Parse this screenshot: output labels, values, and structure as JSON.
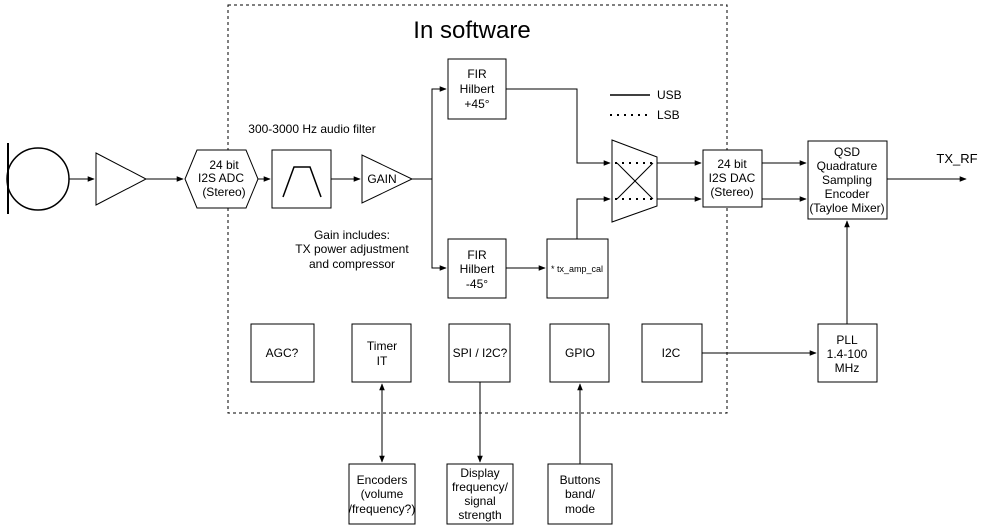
{
  "region": {
    "title": "In software"
  },
  "labels": {
    "audio_filter": "300-3000 Hz audio filter",
    "gain_note": [
      "Gain includes:",
      "TX power adjustment",
      "and compressor"
    ],
    "tx_rf": "TX_RF"
  },
  "legend": {
    "usb": "USB",
    "lsb": "LSB"
  },
  "blocks": {
    "adc": [
      "24 bit",
      "I2S ADC",
      "(Stereo)"
    ],
    "gain": [
      "GAIN"
    ],
    "fir_plus": [
      "FIR",
      "Hilbert",
      "+45°"
    ],
    "fir_minus": [
      "FIR",
      "Hilbert",
      "-45°"
    ],
    "tx_amp_cal": [
      "* tx_amp_cal"
    ],
    "dac": [
      "24 bit",
      "I2S DAC",
      "(Stereo)"
    ],
    "qsd": [
      "QSD",
      "Quadrature",
      "Sampling",
      "Encoder",
      "(Tayloe Mixer)"
    ],
    "agc": [
      "AGC?"
    ],
    "timer": [
      "Timer",
      "IT"
    ],
    "spi_i2c": [
      "SPI / I2C?"
    ],
    "gpio": [
      "GPIO"
    ],
    "i2c": [
      "I2C"
    ],
    "pll": [
      "PLL",
      "1.4-100",
      "MHz"
    ],
    "encoders": [
      "Encoders",
      "(volume",
      "/frequency?)"
    ],
    "display": [
      "Display",
      "frequency/",
      "signal",
      "strength"
    ],
    "buttons": [
      "Buttons",
      "band/",
      "mode"
    ]
  }
}
